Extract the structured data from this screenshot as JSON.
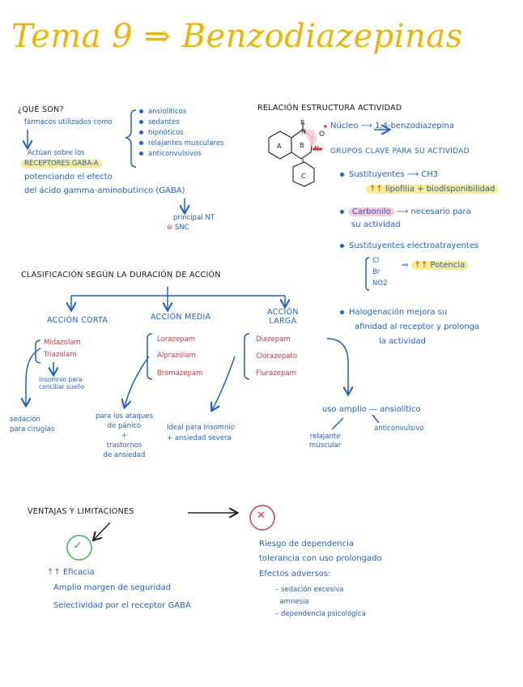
{
  "title": "Tema 9 ⇒ Benzodiazepinas",
  "que_son": {
    "header": "¿Qué son?",
    "line1": "fármacos utilizados como",
    "uses": [
      "ansiolíticos",
      "sedantes",
      "hipnóticos",
      "relajantes musculares",
      "anticonvulsivos"
    ],
    "line2a": "Actúan sobre los",
    "line2b": "RECEPTORES GABA-A",
    "line3": "potenciando el efecto",
    "line4": "del ácido gamma-aminobutírico (GABA)",
    "nt1": "principal NT",
    "nt2": "SNC",
    "nt_sign": "⊖"
  },
  "sar": {
    "header": "Relación estructura actividad",
    "nucleo": "Núcleo ⟶ 1,4-benzodiazepina",
    "grupos_header": "Grupos clave para su actividad",
    "sust1": "Sustituyentes ⟶ CH3",
    "sust1_arrows": "↑↑",
    "sust1_effect": "lipofilia + biodisponibilidad",
    "carbonilo": "Carbonilo",
    "carbonilo_rest": "⟶ necesario para",
    "carbonilo_rest2": "su actividad",
    "sust2": "Sustituyentes electroatrayentes",
    "groups": [
      "Cl",
      "Br",
      "NO2"
    ],
    "potencia_arrow": "⇒",
    "potencia_arrows": "↑↑",
    "potencia": "Potencia",
    "halog1": "Halogenación mejora su",
    "halog2": "afinidad al receptor y prolonga",
    "halog3": "la actividad",
    "mol_labels": {
      "r": "R",
      "n1": "N",
      "n2": "N",
      "o": "O",
      "a": "A",
      "b": "B",
      "c": "C"
    }
  },
  "clasificacion": {
    "header": "Clasificación según la duración de acción",
    "corta": {
      "title": "Acción corta",
      "drugs": [
        "Midazolam",
        "Triazolam"
      ],
      "note1": "insomnio para",
      "note2": "conciliar sueño",
      "use1": "sedación",
      "use2": "para cirugías"
    },
    "media": {
      "title": "Acción media",
      "drugs": [
        "Lorazepam",
        "Alprazolam",
        "Bromazepam"
      ],
      "use1": "para los ataques",
      "use2": "de pánico",
      "plus": "+",
      "use3": "trastornos",
      "use4": "de ansiedad",
      "use5": "Ideal para insomnio",
      "use6": "+ ansiedad severa"
    },
    "larga": {
      "title1": "Acción",
      "title2": "larga",
      "drugs": [
        "Diazepam",
        "Clorazepato",
        "Flurazepam"
      ],
      "uso": "uso amplio",
      "ansio": "— ansiolítico",
      "anticonv": "anticonvulsivo",
      "relaj1": "relajante",
      "relaj2": "muscular"
    }
  },
  "ventajas": {
    "header": "Ventajas y limitaciones",
    "check": "✓",
    "cross": "✕",
    "pros_arrows": "↑↑",
    "pros": [
      "Eficacia",
      "Amplio margen de seguridad",
      "Selectividad por el receptor GABA"
    ],
    "cons": [
      "Riesgo de dependencia",
      "tolerancia con uso prolongado",
      "Efectos adversos:"
    ],
    "adverse": [
      "sedación excesiva",
      "amnesia",
      "dependencia psicológica"
    ]
  }
}
